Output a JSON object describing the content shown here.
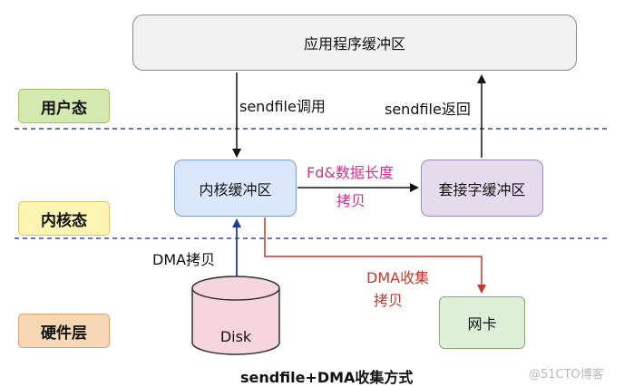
{
  "nodes": {
    "app_buffer": "应用程序缓冲区",
    "kernel_buffer": "内核缓冲区",
    "socket_buffer": "套接字缓冲区",
    "nic": "网卡",
    "disk": "Disk"
  },
  "layers": {
    "user": "用户态",
    "kernel": "内核态",
    "hardware": "硬件层"
  },
  "edges": {
    "sendfile_call": "sendfile调用",
    "sendfile_return": "sendfile返回",
    "fd_length": "Fd&数据长度",
    "copy_kernel_socket": "拷贝",
    "dma_copy": "DMA拷贝",
    "dma_gather": "DMA收集",
    "dma_gather_copy": "拷贝"
  },
  "caption": "sendfile+DMA收集方式",
  "watermark": "@51CTO博客",
  "colors": {
    "user_tag": "#d5e8b0",
    "kernel_tag": "#fdf3b3",
    "hardware_tag": "#f8d7b4",
    "kernel_buffer": "#dbe8fb",
    "socket_buffer": "#e4dcec",
    "nic": "#deefd8",
    "disk": "#f6d6dc",
    "divider": "#3a4a9a",
    "pink_text": "#d0338a",
    "red_arrow": "#c43a2c",
    "blue_arrow": "#1f3f9a"
  }
}
